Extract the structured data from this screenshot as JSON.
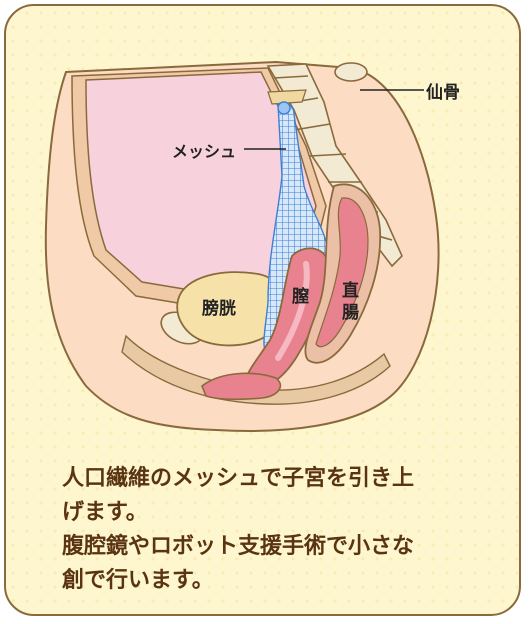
{
  "labels": {
    "sacrum": "仙骨",
    "mesh": "メッシュ",
    "bladder": "膀胱",
    "vagina": "膣",
    "rectum_line1": "直",
    "rectum_line2": "腸"
  },
  "caption": {
    "line1": "人口繊維のメッシュで子宮を引き上",
    "line2": "げます。",
    "line3": "腹腔鏡やロボット支援手術で小さな",
    "line4": "創で行います。"
  },
  "colors": {
    "frame": "#8a6a3c",
    "background": "#fdf6cf",
    "skin": "#fcdcc3",
    "abdominal_cavity": "#f7d2dd",
    "organ_pink": "#e9828f",
    "mesh": "#3f7fd2",
    "caption_text": "#5a3412"
  }
}
